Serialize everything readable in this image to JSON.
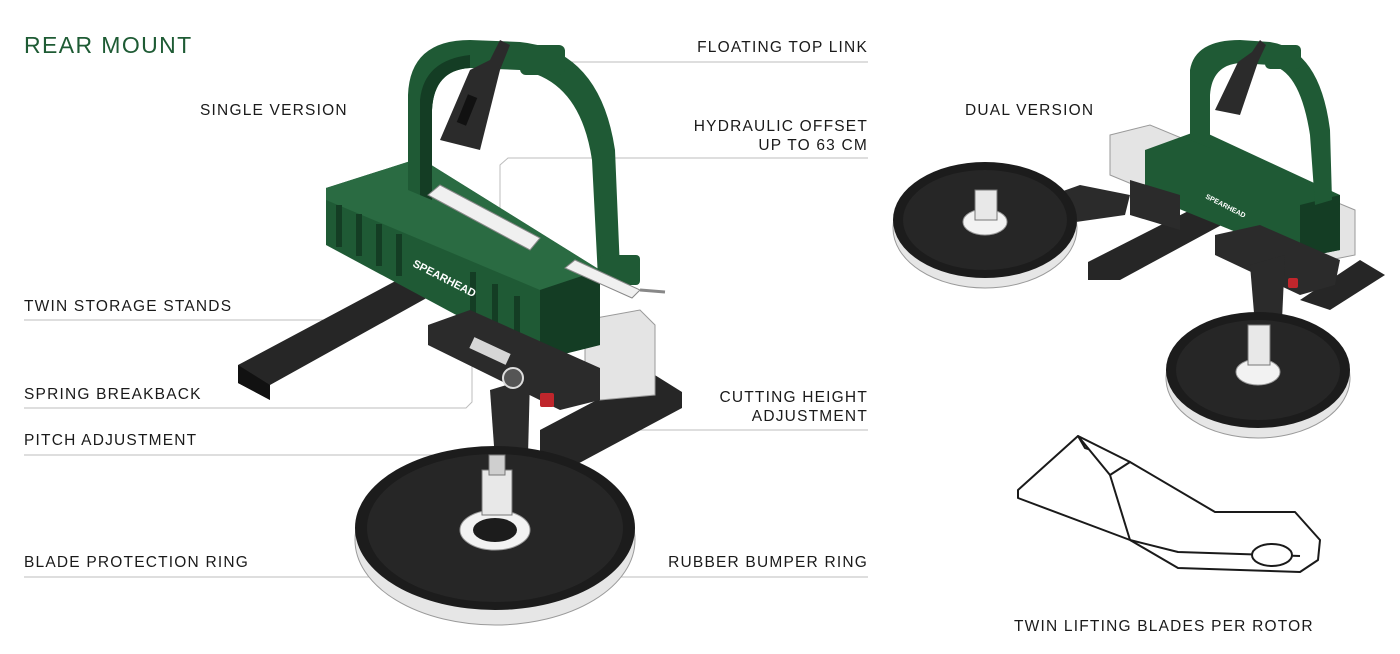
{
  "title": "REAR MOUNT",
  "brand": "SPEARHEAD",
  "labels": {
    "floating_top_link": "FLOATING TOP LINK",
    "single_version": "SINGLE VERSION",
    "hydraulic_offset_1": "HYDRAULIC OFFSET",
    "hydraulic_offset_2": "UP TO 63 CM",
    "dual_version": "DUAL VERSION",
    "twin_storage_stands": "TWIN STORAGE STANDS",
    "spring_breakback": "SPRING BREAKBACK",
    "cutting_height_1": "CUTTING HEIGHT",
    "cutting_height_2": "ADJUSTMENT",
    "pitch_adjustment": "PITCH ADJUSTMENT",
    "blade_protection_ring": "BLADE PROTECTION RING",
    "rubber_bumper_ring": "RUBBER BUMPER RING",
    "twin_lifting_blades": "TWIN LIFTING BLADES PER ROTOR"
  },
  "colors": {
    "frame_green": "#1f5a35",
    "frame_dark": "#143d24",
    "arm_black": "#2b2b2b",
    "disc_black": "#1c1c1c",
    "grey": "#cfcfcf",
    "accent_red": "#c0262c",
    "title_green": "#1e5b34"
  }
}
